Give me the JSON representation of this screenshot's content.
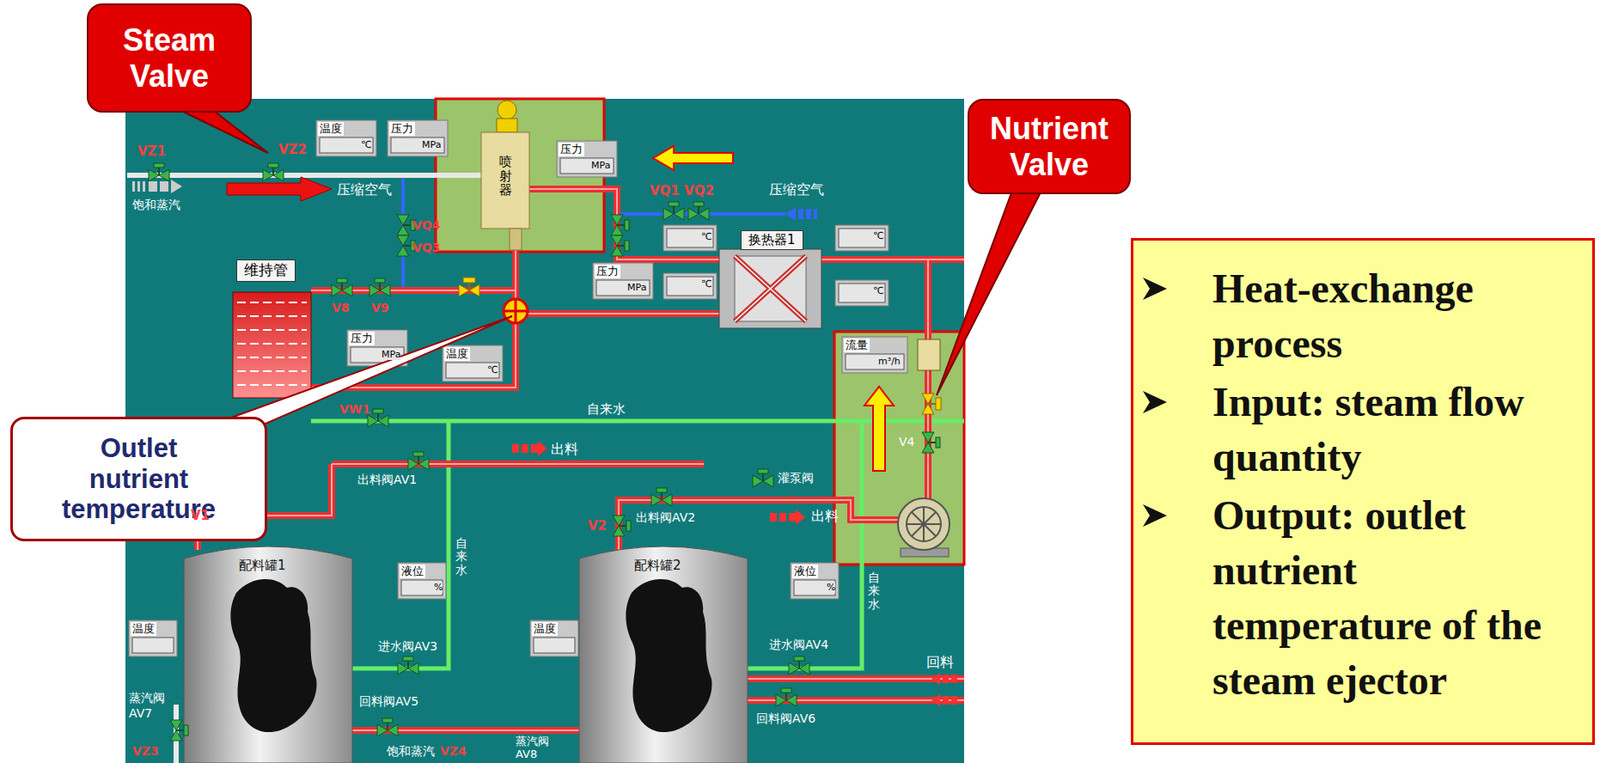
{
  "diagram": {
    "nodes": [
      {
        "text": [
          "Steam Valve"
        ]
      },
      {
        "text": [
          "Nutrient Valve"
        ]
      },
      {
        "text": [
          "Heat-exchange process",
          "Input: steam flow quantity",
          "Output: outlet nutrient temperature of the steam ejector"
        ]
      },
      {
        "text": [
          "Outlet nutrient temperature"
        ]
      }
    ],
    "labels": [
      "VZ1",
      "VZ2",
      "饱和蒸汽",
      "压缩空气",
      "温度",
      "℃",
      "压力",
      "MPa",
      "喷射器",
      "压力",
      "MPa",
      "VQ1 VQ2",
      "压缩空气",
      "VQ4",
      "VQ3",
      "换热器1",
      "℃",
      "维持管",
      "压力",
      "MPa",
      "℃",
      "℃",
      "℃",
      "V8",
      "V9",
      "压力",
      "MPa",
      "温度",
      "℃",
      "流量",
      "m³/h",
      "VW1",
      "自来水",
      "出料",
      "出料阀AV1",
      "灌泵阀",
      "V4",
      "V1",
      "V2",
      "出料阀AV2",
      "出料",
      "配料罐1",
      "液位",
      "%",
      "配料罐2",
      "液位",
      "%",
      "自来水",
      "自来水",
      "进水阀AV3",
      "进水阀AV4",
      "温度",
      "温度",
      "回料",
      "回料阀AV5",
      "回料阀AV6",
      "蒸汽阀",
      "AV7",
      "VZ3",
      "饱和蒸汽",
      "VZ4",
      "蒸汽阀",
      "AV8"
    ]
  }
}
